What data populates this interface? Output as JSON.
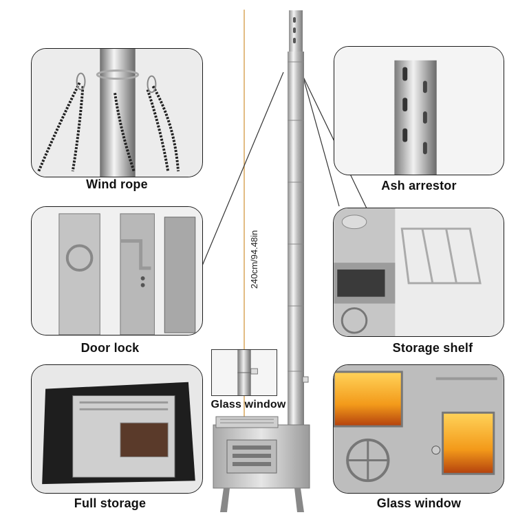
{
  "labels": {
    "wind_rope": "Wind rope",
    "ash_arrestor": "Ash arrestor",
    "door_lock": "Door lock",
    "storage_shelf": "Storage shelf",
    "full_storage": "Full storage",
    "glass_window_bottom": "Glass window",
    "glass_window_center": "Glass window"
  },
  "dimension": "240cm/94.48in",
  "colors": {
    "accent_line": "#d9a65a",
    "panel_border": "#1a1a1a",
    "steel": "#c9c9c9",
    "fire": "#f39a1a"
  }
}
